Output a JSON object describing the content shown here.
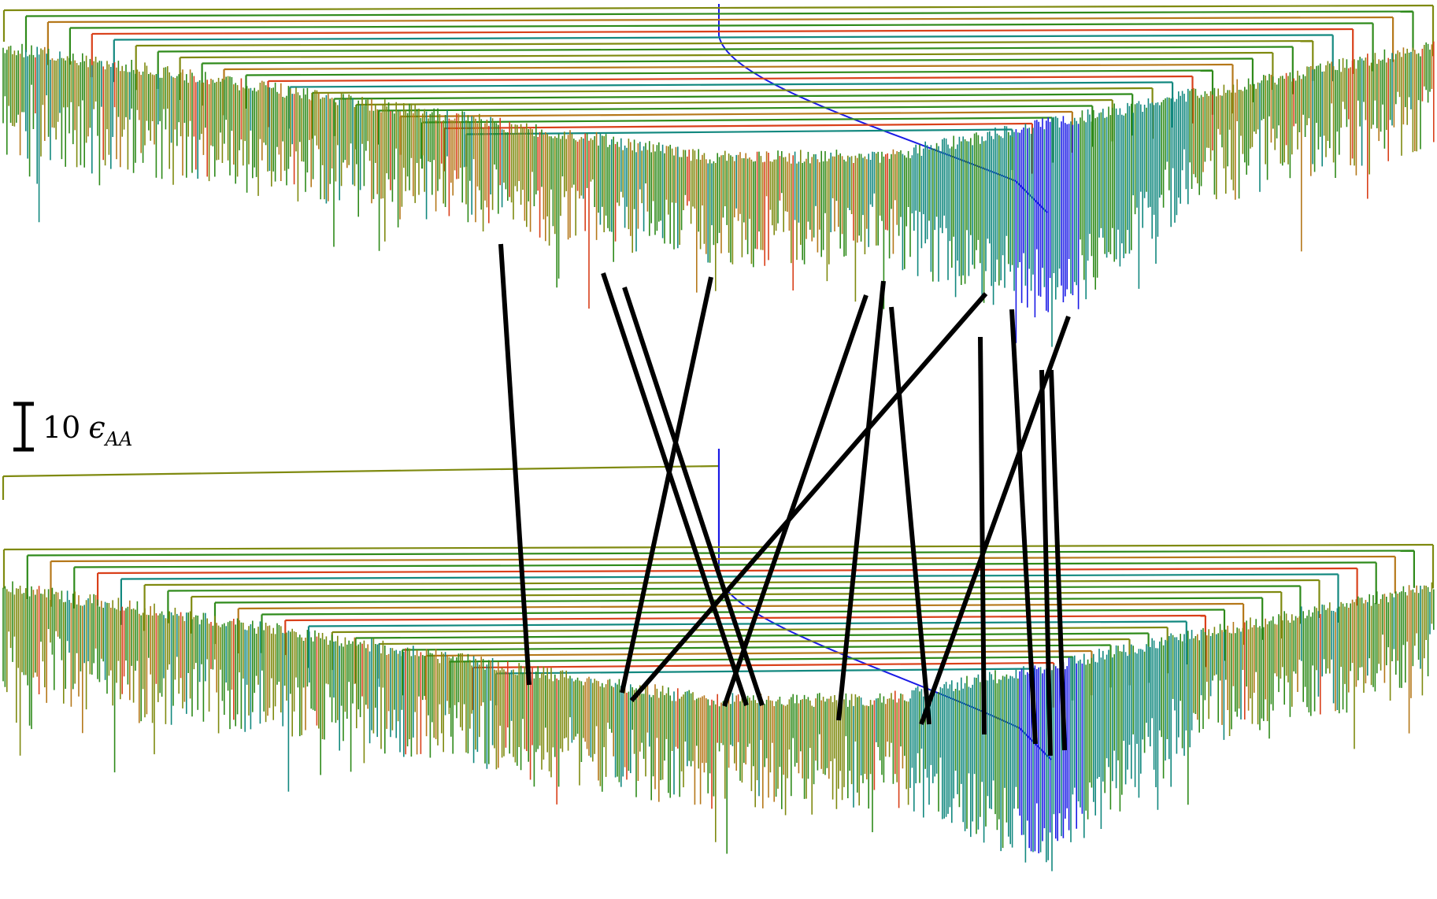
{
  "figure": {
    "scale_bar": {
      "number": "10",
      "symbol": "ϵ",
      "subscript": "AA"
    },
    "colors": {
      "blue": "#1a1ae6",
      "teal": "#12887f",
      "green": "#2e8a1a",
      "olive": "#7f8a10",
      "orange": "#b5781a",
      "red": "#d9401a",
      "connector": "#000000"
    },
    "trees": [
      {
        "name": "upper-disconnectivity-graph"
      },
      {
        "name": "lower-disconnectivity-graph"
      }
    ],
    "connector_count": 13
  }
}
